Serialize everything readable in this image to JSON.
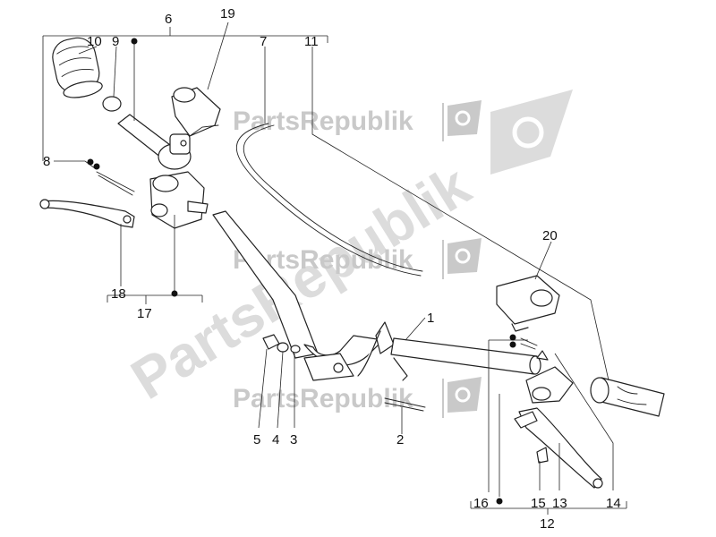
{
  "watermark": {
    "brand": "PartsRepublik",
    "logo_icon": "gear-flag-icon"
  },
  "callouts": {
    "c1": "1",
    "c2": "2",
    "c3": "3",
    "c4": "4",
    "c5": "5",
    "c6": "6",
    "c7": "7",
    "c8": "8",
    "c9": "9",
    "c10": "10",
    "c11": "11",
    "c12": "12",
    "c13": "13",
    "c14": "14",
    "c15": "15",
    "c16": "16",
    "c17": "17",
    "c18": "18",
    "c19": "19",
    "c20": "20"
  }
}
